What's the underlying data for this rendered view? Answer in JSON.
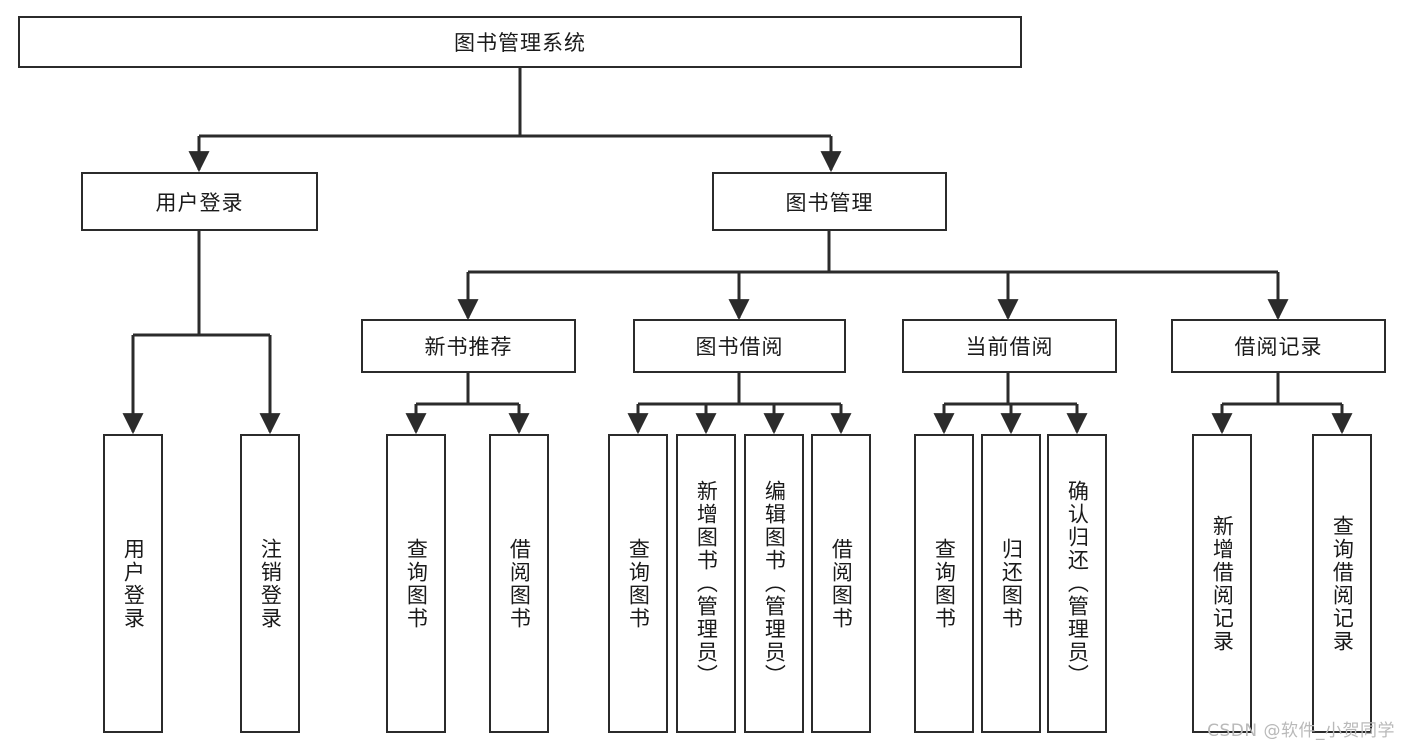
{
  "diagram": {
    "title": "图书管理系统",
    "type": "hierarchy-tree",
    "colors": {
      "background": "#ffffff",
      "stroke": "#2b2b2b",
      "text": "#1a1a1a",
      "watermark": "#b9b9b9"
    },
    "root": {
      "label": "图书管理系统"
    },
    "level2": [
      {
        "label": "用户登录"
      },
      {
        "label": "图书管理"
      }
    ],
    "level3": [
      {
        "label": "新书推荐"
      },
      {
        "label": "图书借阅"
      },
      {
        "label": "当前借阅"
      },
      {
        "label": "借阅记录"
      }
    ],
    "leaves": {
      "user_login": [
        {
          "label": "用户登录"
        },
        {
          "label": "注销登录"
        }
      ],
      "new_book_recommend": [
        {
          "label": "查询图书"
        },
        {
          "label": "借阅图书"
        }
      ],
      "book_borrow": [
        {
          "label": "查询图书"
        },
        {
          "label": "新增图书（管理员）"
        },
        {
          "label": "编辑图书（管理员）"
        },
        {
          "label": "借阅图书"
        }
      ],
      "current_borrow": [
        {
          "label": "查询图书"
        },
        {
          "label": "归还图书"
        },
        {
          "label": "确认归还（管理员）"
        }
      ],
      "borrow_records": [
        {
          "label": "新增借阅记录"
        },
        {
          "label": "查询借阅记录"
        }
      ]
    }
  },
  "watermark": {
    "text": "CSDN @软件_小贺同学"
  }
}
